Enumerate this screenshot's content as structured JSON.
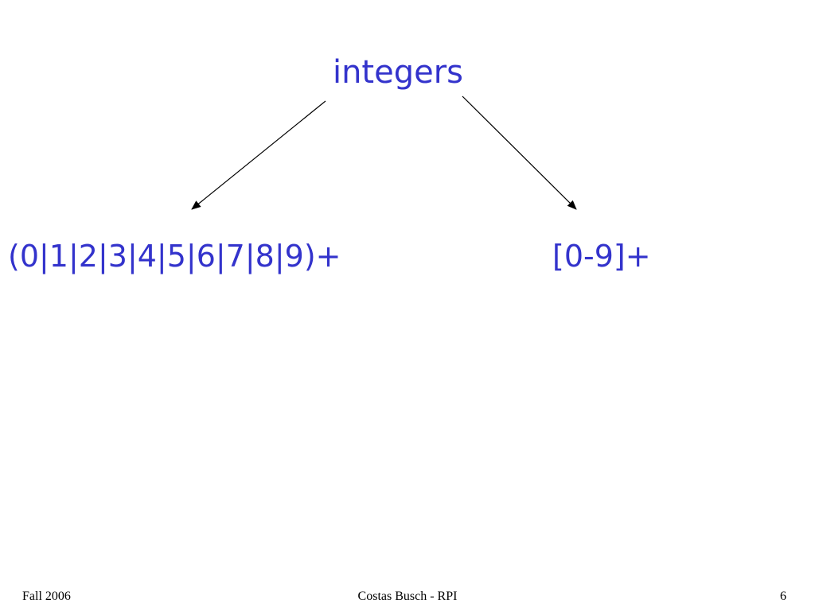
{
  "diagram": {
    "root": "integers",
    "left": "(0|1|2|3|4|5|6|7|8|9)+",
    "right": "[0-9]+"
  },
  "footer": {
    "left": "Fall 2006",
    "center": "Costas Busch - RPI",
    "right": "6"
  },
  "colors": {
    "text": "#3333cc",
    "arrow": "#000000"
  }
}
